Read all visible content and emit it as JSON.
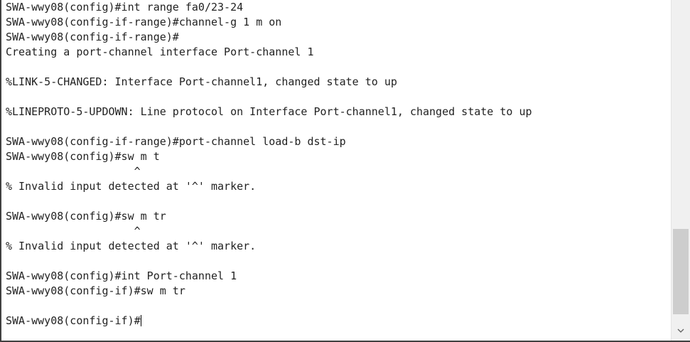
{
  "terminal": {
    "lines": [
      "SWA-wwy08(config)#int range fa0/23-24",
      "SWA-wwy08(config-if-range)#channel-g 1 m on",
      "SWA-wwy08(config-if-range)#",
      "Creating a port-channel interface Port-channel 1",
      "",
      "%LINK-5-CHANGED: Interface Port-channel1, changed state to up",
      "",
      "%LINEPROTO-5-UPDOWN: Line protocol on Interface Port-channel1, changed state to up",
      "",
      "SWA-wwy08(config-if-range)#port-channel load-b dst-ip",
      "SWA-wwy08(config)#sw m t",
      "                    ^",
      "% Invalid input detected at '^' marker.",
      "",
      "SWA-wwy08(config)#sw m tr",
      "                    ^",
      "% Invalid input detected at '^' marker.",
      "",
      "SWA-wwy08(config)#int Port-channel 1",
      "SWA-wwy08(config-if)#sw m tr",
      "",
      "SWA-wwy08(config-if)#"
    ]
  },
  "scrollbar": {
    "down_icon": "chevron-down-icon"
  },
  "colors": {
    "text": "#222222",
    "background": "#ffffff",
    "scroll_track": "#f0f0f0",
    "scroll_thumb": "#cdcdcd"
  }
}
